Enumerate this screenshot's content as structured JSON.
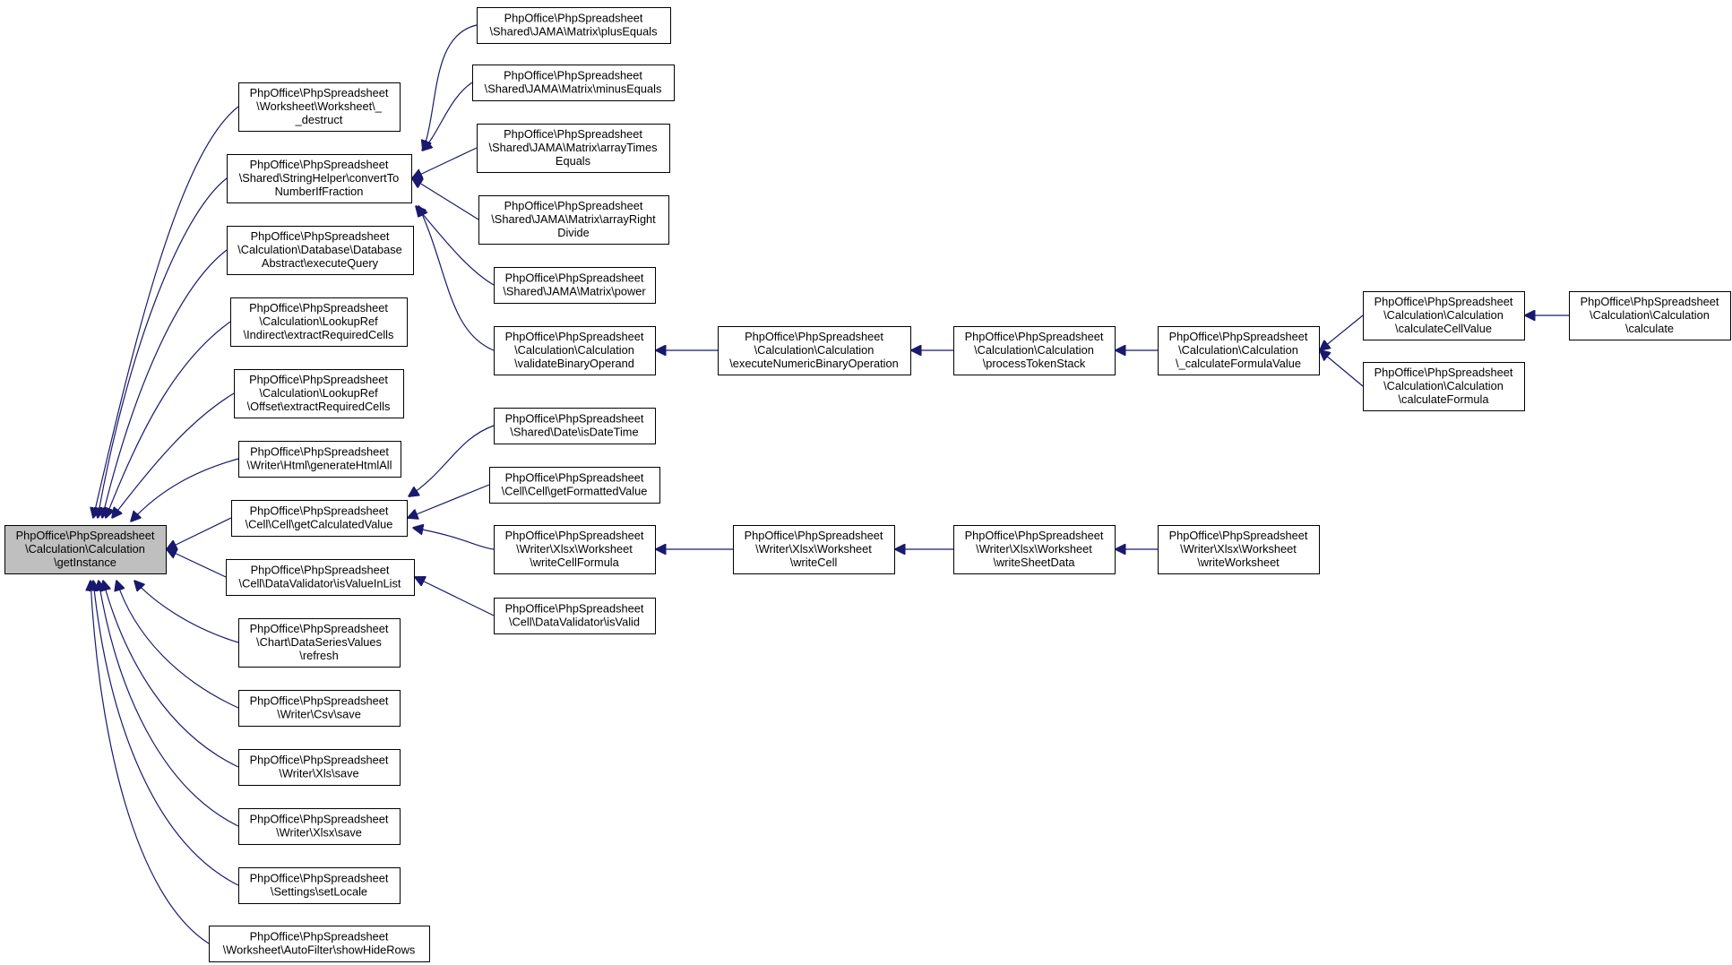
{
  "diagram": {
    "type": "doxygen caller graph",
    "colors": {
      "edge": "#191970",
      "node_border": "#000000",
      "node_fill": "#ffffff",
      "root_fill": "#bfbfbf",
      "text": "#000000"
    },
    "nodes": [
      {
        "id": "root",
        "lines": [
          "PhpOffice\\PhpSpreadsheet",
          "\\Calculation\\Calculation",
          "\\getInstance"
        ],
        "highlight": true
      },
      {
        "id": "ws_destruct",
        "lines": [
          "PhpOffice\\PhpSpreadsheet",
          "\\Worksheet\\Worksheet\\_",
          "_destruct"
        ]
      },
      {
        "id": "convert_fraction",
        "lines": [
          "PhpOffice\\PhpSpreadsheet",
          "\\Shared\\StringHelper\\convertTo",
          "NumberIfFraction"
        ]
      },
      {
        "id": "db_execute_query",
        "lines": [
          "PhpOffice\\PhpSpreadsheet",
          "\\Calculation\\Database\\Database",
          "Abstract\\executeQuery"
        ]
      },
      {
        "id": "indirect_extract",
        "lines": [
          "PhpOffice\\PhpSpreadsheet",
          "\\Calculation\\LookupRef",
          "\\Indirect\\extractRequiredCells"
        ]
      },
      {
        "id": "offset_extract",
        "lines": [
          "PhpOffice\\PhpSpreadsheet",
          "\\Calculation\\LookupRef",
          "\\Offset\\extractRequiredCells"
        ]
      },
      {
        "id": "html_generate",
        "lines": [
          "PhpOffice\\PhpSpreadsheet",
          "\\Writer\\Html\\generateHtmlAll"
        ]
      },
      {
        "id": "cell_calculated",
        "lines": [
          "PhpOffice\\PhpSpreadsheet",
          "\\Cell\\Cell\\getCalculatedValue"
        ]
      },
      {
        "id": "validator_inlist",
        "lines": [
          "PhpOffice\\PhpSpreadsheet",
          "\\Cell\\DataValidator\\isValueInList"
        ]
      },
      {
        "id": "chart_refresh",
        "lines": [
          "PhpOffice\\PhpSpreadsheet",
          "\\Chart\\DataSeriesValues",
          "\\refresh"
        ]
      },
      {
        "id": "csv_save",
        "lines": [
          "PhpOffice\\PhpSpreadsheet",
          "\\Writer\\Csv\\save"
        ]
      },
      {
        "id": "xls_save",
        "lines": [
          "PhpOffice\\PhpSpreadsheet",
          "\\Writer\\Xls\\save"
        ]
      },
      {
        "id": "xlsx_save",
        "lines": [
          "PhpOffice\\PhpSpreadsheet",
          "\\Writer\\Xlsx\\save"
        ]
      },
      {
        "id": "set_locale",
        "lines": [
          "PhpOffice\\PhpSpreadsheet",
          "\\Settings\\setLocale"
        ]
      },
      {
        "id": "show_hide_rows",
        "lines": [
          "PhpOffice\\PhpSpreadsheet",
          "\\Worksheet\\AutoFilter\\showHideRows"
        ]
      },
      {
        "id": "plus_equals",
        "lines": [
          "PhpOffice\\PhpSpreadsheet",
          "\\Shared\\JAMA\\Matrix\\plusEquals"
        ]
      },
      {
        "id": "minus_equals",
        "lines": [
          "PhpOffice\\PhpSpreadsheet",
          "\\Shared\\JAMA\\Matrix\\minusEquals"
        ]
      },
      {
        "id": "array_times",
        "lines": [
          "PhpOffice\\PhpSpreadsheet",
          "\\Shared\\JAMA\\Matrix\\arrayTimes",
          "Equals"
        ]
      },
      {
        "id": "array_right",
        "lines": [
          "PhpOffice\\PhpSpreadsheet",
          "\\Shared\\JAMA\\Matrix\\arrayRight",
          "Divide"
        ]
      },
      {
        "id": "power",
        "lines": [
          "PhpOffice\\PhpSpreadsheet",
          "\\Shared\\JAMA\\Matrix\\power"
        ]
      },
      {
        "id": "validate_binary",
        "lines": [
          "PhpOffice\\PhpSpreadsheet",
          "\\Calculation\\Calculation",
          "\\validateBinaryOperand"
        ]
      },
      {
        "id": "is_datetime",
        "lines": [
          "PhpOffice\\PhpSpreadsheet",
          "\\Shared\\Date\\isDateTime"
        ]
      },
      {
        "id": "formatted_value",
        "lines": [
          "PhpOffice\\PhpSpreadsheet",
          "\\Cell\\Cell\\getFormattedValue"
        ]
      },
      {
        "id": "write_cell_formula",
        "lines": [
          "PhpOffice\\PhpSpreadsheet",
          "\\Writer\\Xlsx\\Worksheet",
          "\\writeCellFormula"
        ]
      },
      {
        "id": "validator_isvalid",
        "lines": [
          "PhpOffice\\PhpSpreadsheet",
          "\\Cell\\DataValidator\\isValid"
        ]
      },
      {
        "id": "exec_numeric",
        "lines": [
          "PhpOffice\\PhpSpreadsheet",
          "\\Calculation\\Calculation",
          "\\executeNumericBinaryOperation"
        ]
      },
      {
        "id": "process_token",
        "lines": [
          "PhpOffice\\PhpSpreadsheet",
          "\\Calculation\\Calculation",
          "\\processTokenStack"
        ]
      },
      {
        "id": "calc_formula_value",
        "lines": [
          "PhpOffice\\PhpSpreadsheet",
          "\\Calculation\\Calculation",
          "\\_calculateFormulaValue"
        ]
      },
      {
        "id": "calc_cell_value",
        "lines": [
          "PhpOffice\\PhpSpreadsheet",
          "\\Calculation\\Calculation",
          "\\calculateCellValue"
        ]
      },
      {
        "id": "calc_formula",
        "lines": [
          "PhpOffice\\PhpSpreadsheet",
          "\\Calculation\\Calculation",
          "\\calculateFormula"
        ]
      },
      {
        "id": "calculate",
        "lines": [
          "PhpOffice\\PhpSpreadsheet",
          "\\Calculation\\Calculation",
          "\\calculate"
        ]
      },
      {
        "id": "write_cell",
        "lines": [
          "PhpOffice\\PhpSpreadsheet",
          "\\Writer\\Xlsx\\Worksheet",
          "\\writeCell"
        ]
      },
      {
        "id": "write_sheet_data",
        "lines": [
          "PhpOffice\\PhpSpreadsheet",
          "\\Writer\\Xlsx\\Worksheet",
          "\\writeSheetData"
        ]
      },
      {
        "id": "write_worksheet",
        "lines": [
          "PhpOffice\\PhpSpreadsheet",
          "\\Writer\\Xlsx\\Worksheet",
          "\\writeWorksheet"
        ]
      }
    ],
    "edges": [
      {
        "from": "ws_destruct",
        "to": "root"
      },
      {
        "from": "convert_fraction",
        "to": "root"
      },
      {
        "from": "db_execute_query",
        "to": "root"
      },
      {
        "from": "indirect_extract",
        "to": "root"
      },
      {
        "from": "offset_extract",
        "to": "root"
      },
      {
        "from": "html_generate",
        "to": "root"
      },
      {
        "from": "cell_calculated",
        "to": "root"
      },
      {
        "from": "validator_inlist",
        "to": "root"
      },
      {
        "from": "chart_refresh",
        "to": "root"
      },
      {
        "from": "csv_save",
        "to": "root"
      },
      {
        "from": "xls_save",
        "to": "root"
      },
      {
        "from": "xlsx_save",
        "to": "root"
      },
      {
        "from": "set_locale",
        "to": "root"
      },
      {
        "from": "show_hide_rows",
        "to": "root"
      },
      {
        "from": "plus_equals",
        "to": "convert_fraction"
      },
      {
        "from": "minus_equals",
        "to": "convert_fraction"
      },
      {
        "from": "array_times",
        "to": "convert_fraction"
      },
      {
        "from": "array_right",
        "to": "convert_fraction"
      },
      {
        "from": "power",
        "to": "convert_fraction"
      },
      {
        "from": "validate_binary",
        "to": "convert_fraction"
      },
      {
        "from": "exec_numeric",
        "to": "validate_binary"
      },
      {
        "from": "process_token",
        "to": "exec_numeric"
      },
      {
        "from": "calc_formula_value",
        "to": "process_token"
      },
      {
        "from": "calc_cell_value",
        "to": "calc_formula_value"
      },
      {
        "from": "calc_formula",
        "to": "calc_formula_value"
      },
      {
        "from": "calculate",
        "to": "calc_cell_value"
      },
      {
        "from": "is_datetime",
        "to": "cell_calculated"
      },
      {
        "from": "formatted_value",
        "to": "cell_calculated"
      },
      {
        "from": "write_cell_formula",
        "to": "cell_calculated"
      },
      {
        "from": "write_cell",
        "to": "write_cell_formula"
      },
      {
        "from": "write_sheet_data",
        "to": "write_cell"
      },
      {
        "from": "write_worksheet",
        "to": "write_sheet_data"
      },
      {
        "from": "validator_isvalid",
        "to": "validator_inlist"
      }
    ]
  }
}
